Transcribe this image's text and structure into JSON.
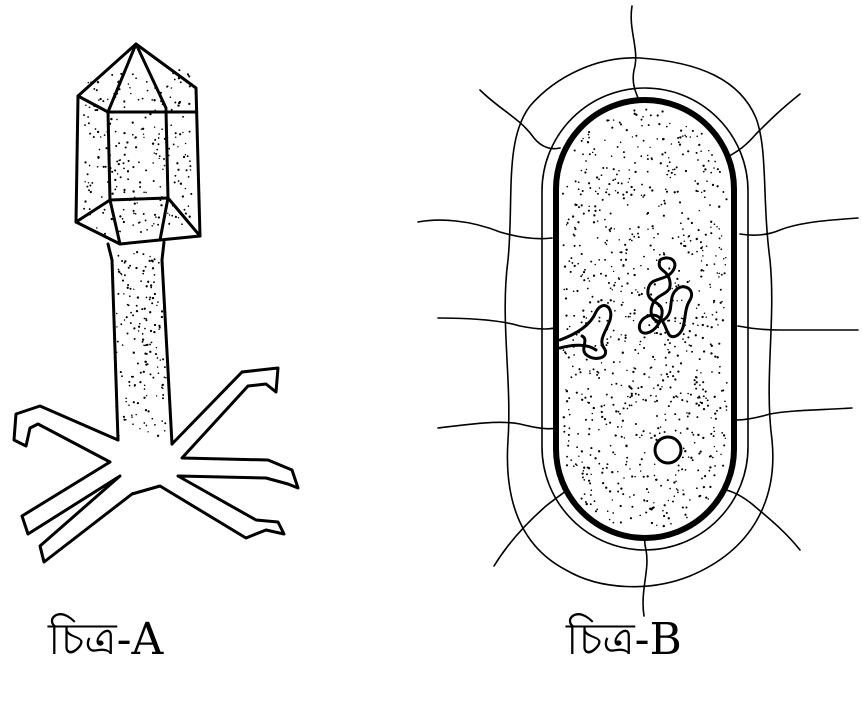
{
  "figures": [
    {
      "id": "A",
      "caption": "চিত্র-A",
      "subject": "bacteriophage"
    },
    {
      "id": "B",
      "caption": "চিত্র-B",
      "subject": "bacterial-cell"
    }
  ],
  "colors": {
    "ink": "#000000",
    "paper": "#ffffff"
  }
}
